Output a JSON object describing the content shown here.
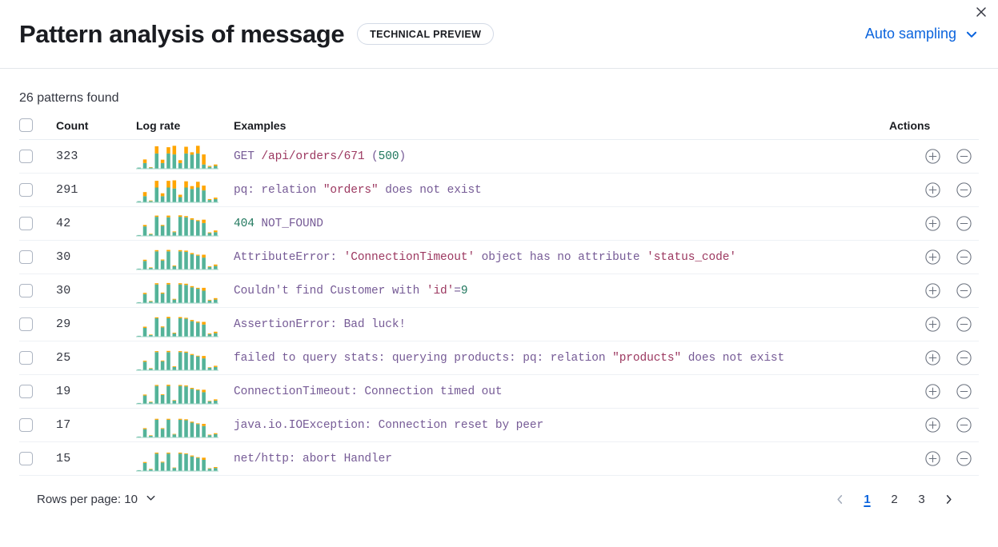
{
  "header": {
    "title": "Pattern analysis of message",
    "badge": "TECHNICAL PREVIEW",
    "sampling_label": "Auto sampling",
    "chevron_icon": "chevron-down-icon",
    "close_icon": "close-icon"
  },
  "summary": {
    "patterns_found": "26 patterns found"
  },
  "table": {
    "columns": {
      "select": "",
      "count": "Count",
      "log_rate": "Log rate",
      "examples": "Examples",
      "actions": "Actions"
    },
    "action_icons": {
      "add": "plus-in-circle-icon",
      "remove": "minus-in-circle-icon"
    },
    "rows": [
      {
        "count": "323",
        "example": "GET /api/orders/671 (500)",
        "tokens": [
          {
            "t": "GET ",
            "c": "base"
          },
          {
            "t": "/api/orders/671",
            "c": "str"
          },
          {
            "t": " (",
            "c": "base"
          },
          {
            "t": "500",
            "c": "num"
          },
          {
            "t": ")",
            "c": "base"
          }
        ]
      },
      {
        "count": "291",
        "example": "pq: relation \"orders\" does not exist",
        "tokens": [
          {
            "t": "pq: relation ",
            "c": "base"
          },
          {
            "t": "\"orders\"",
            "c": "str"
          },
          {
            "t": " does not exist",
            "c": "base"
          }
        ]
      },
      {
        "count": "42",
        "example": "404 NOT_FOUND",
        "tokens": [
          {
            "t": "404",
            "c": "num"
          },
          {
            "t": " NOT_FOUND",
            "c": "base"
          }
        ]
      },
      {
        "count": "30",
        "example": "AttributeError: 'ConnectionTimeout' object has no attribute 'status_code'",
        "tokens": [
          {
            "t": "AttributeError: ",
            "c": "base"
          },
          {
            "t": "'ConnectionTimeout'",
            "c": "str"
          },
          {
            "t": " object has no attribute ",
            "c": "base"
          },
          {
            "t": "'status_code'",
            "c": "str"
          }
        ]
      },
      {
        "count": "30",
        "example": "Couldn't find Customer with 'id'=9",
        "tokens": [
          {
            "t": "Couldn't find Customer with ",
            "c": "base"
          },
          {
            "t": "'id'",
            "c": "str"
          },
          {
            "t": "=",
            "c": "base"
          },
          {
            "t": "9",
            "c": "num"
          }
        ]
      },
      {
        "count": "29",
        "example": "AssertionError: Bad luck!",
        "tokens": [
          {
            "t": "AssertionError: Bad luck!",
            "c": "base"
          }
        ]
      },
      {
        "count": "25",
        "example": "failed to query stats: querying products: pq: relation \"products\" does not exist",
        "tokens": [
          {
            "t": "failed to query stats: querying products: pq: relation ",
            "c": "base"
          },
          {
            "t": "\"products\"",
            "c": "str"
          },
          {
            "t": " does not exist",
            "c": "base"
          }
        ]
      },
      {
        "count": "19",
        "example": "ConnectionTimeout: Connection timed out",
        "tokens": [
          {
            "t": "ConnectionTimeout: Connection timed out",
            "c": "base"
          }
        ]
      },
      {
        "count": "17",
        "example": "java.io.IOException: Connection reset by peer",
        "tokens": [
          {
            "t": "java.io.IOException: Connection reset by peer",
            "c": "base"
          }
        ]
      },
      {
        "count": "15",
        "example": "net/http: abort Handler",
        "tokens": [
          {
            "t": "net/http: abort Handler",
            "c": "base"
          }
        ]
      }
    ]
  },
  "footer": {
    "rows_per_page_label": "Rows per page: 10",
    "rows_per_page_icon": "chevron-down-icon",
    "prev_icon": "chevron-left-icon",
    "next_icon": "chevron-right-icon",
    "pages": [
      "1",
      "2",
      "3"
    ],
    "active_page": "1"
  },
  "colors": {
    "accent_blue": "#0b64dd",
    "spark_teal": "#54b399",
    "spark_orange": "#ffa500",
    "text_primary": "#343741",
    "mono_base": "#765b96",
    "mono_string": "#9c3860",
    "mono_number": "#21785e",
    "border": "#e9edf3"
  },
  "chart_data": {
    "type": "bar",
    "title": "Log rate sparklines (stacked: baseline vs pattern)",
    "xlabel": "",
    "ylabel": "",
    "grid": false,
    "legend": "none",
    "bar_count": 13,
    "ylim": [
      0,
      100
    ],
    "series_names": [
      "teal_baseline",
      "orange_pattern"
    ],
    "sparklines": [
      {
        "count": "323",
        "teal": [
          3,
          22,
          3,
          62,
          22,
          62,
          58,
          22,
          62,
          57,
          62,
          16,
          6,
          10
        ],
        "orange": [
          0,
          15,
          2,
          30,
          14,
          26,
          36,
          12,
          28,
          10,
          32,
          42,
          4,
          6
        ]
      },
      {
        "count": "291",
        "teal": [
          3,
          24,
          4,
          60,
          24,
          60,
          56,
          20,
          60,
          54,
          60,
          48,
          8,
          12
        ],
        "orange": [
          0,
          17,
          2,
          28,
          12,
          28,
          34,
          10,
          26,
          12,
          24,
          20,
          4,
          6
        ]
      },
      {
        "count": "42",
        "teal": [
          2,
          38,
          5,
          78,
          40,
          76,
          14,
          78,
          76,
          66,
          60,
          52,
          10,
          14
        ],
        "orange": [
          0,
          6,
          2,
          5,
          4,
          7,
          3,
          6,
          5,
          6,
          4,
          14,
          3,
          7
        ]
      },
      {
        "count": "30",
        "teal": [
          2,
          34,
          5,
          74,
          36,
          74,
          12,
          74,
          72,
          62,
          56,
          48,
          9,
          13
        ],
        "orange": [
          0,
          5,
          2,
          5,
          4,
          6,
          3,
          5,
          5,
          5,
          4,
          12,
          3,
          6
        ]
      },
      {
        "count": "30",
        "teal": [
          2,
          36,
          5,
          76,
          38,
          76,
          13,
          76,
          74,
          64,
          58,
          50,
          9,
          13
        ],
        "orange": [
          0,
          5,
          2,
          5,
          4,
          6,
          3,
          5,
          5,
          5,
          4,
          12,
          3,
          6
        ]
      },
      {
        "count": "29",
        "teal": [
          2,
          35,
          5,
          75,
          37,
          75,
          12,
          75,
          73,
          63,
          57,
          49,
          9,
          13
        ],
        "orange": [
          0,
          5,
          2,
          4,
          4,
          6,
          3,
          5,
          4,
          5,
          4,
          11,
          3,
          6
        ]
      },
      {
        "count": "25",
        "teal": [
          2,
          34,
          5,
          74,
          36,
          74,
          12,
          74,
          72,
          62,
          56,
          48,
          9,
          12
        ],
        "orange": [
          0,
          4,
          2,
          4,
          3,
          5,
          3,
          4,
          4,
          4,
          3,
          10,
          2,
          5
        ]
      },
      {
        "count": "19",
        "teal": [
          2,
          33,
          5,
          73,
          35,
          73,
          12,
          73,
          71,
          61,
          55,
          47,
          9,
          12
        ],
        "orange": [
          0,
          4,
          2,
          4,
          3,
          5,
          2,
          4,
          4,
          4,
          3,
          10,
          2,
          5
        ]
      },
      {
        "count": "17",
        "teal": [
          2,
          33,
          5,
          72,
          34,
          72,
          11,
          72,
          70,
          60,
          54,
          46,
          8,
          12
        ],
        "orange": [
          0,
          4,
          2,
          4,
          3,
          4,
          2,
          4,
          4,
          4,
          3,
          9,
          2,
          4
        ]
      },
      {
        "count": "15",
        "teal": [
          2,
          32,
          5,
          71,
          34,
          71,
          11,
          71,
          69,
          59,
          53,
          45,
          8,
          11
        ],
        "orange": [
          0,
          4,
          2,
          4,
          3,
          4,
          2,
          4,
          3,
          4,
          3,
          9,
          2,
          4
        ]
      }
    ]
  }
}
